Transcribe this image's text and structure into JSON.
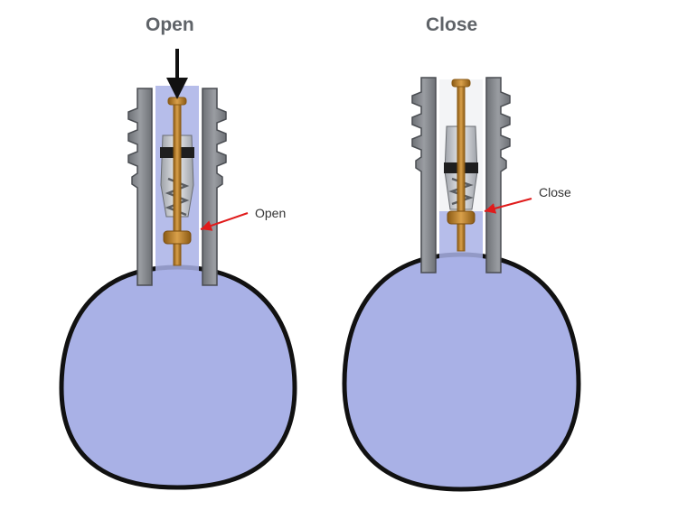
{
  "panels": {
    "open": {
      "title": "Open",
      "callout": "Open"
    },
    "close": {
      "title": "Close",
      "callout": "Close"
    }
  },
  "colors": {
    "fluid": "#a9b1e6",
    "outline": "#111111",
    "valve_body": "#8a8d92",
    "valve_body_dark": "#5a5d62",
    "stem": "#c88a2e",
    "stem_dark": "#8a5a14",
    "callout_arrow": "#e01b1b",
    "press_arrow": "#111111",
    "title": "#5f6368"
  }
}
